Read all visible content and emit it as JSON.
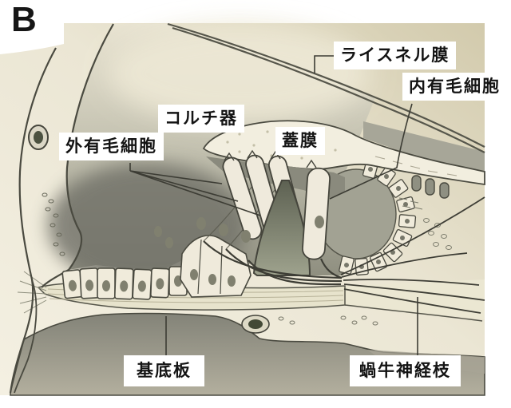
{
  "figure": {
    "panel_letter": "B",
    "labels": {
      "reissner_membrane": "ライスネル膜",
      "inner_hair_cell": "内有毛細胞",
      "organ_of_corti": "コルチ器",
      "tectorial_membrane": "蓋膜",
      "outer_hair_cell": "外有毛細胞",
      "basilar_plate": "基底板",
      "cochlear_nerve_branch": "蝸牛神経枝"
    },
    "colors": {
      "paper": "#efeadb",
      "paper_shadow": "#d3cbac",
      "ink_outline": "#45453c",
      "wash_grey": "#90907f",
      "dark_grey": "#78786c",
      "tunnel_dark": "#5d6152",
      "cell_cream": "#f0ebdb",
      "nucleus": "#80806f",
      "label_background": "#ffffff",
      "label_text": "#141414"
    }
  }
}
